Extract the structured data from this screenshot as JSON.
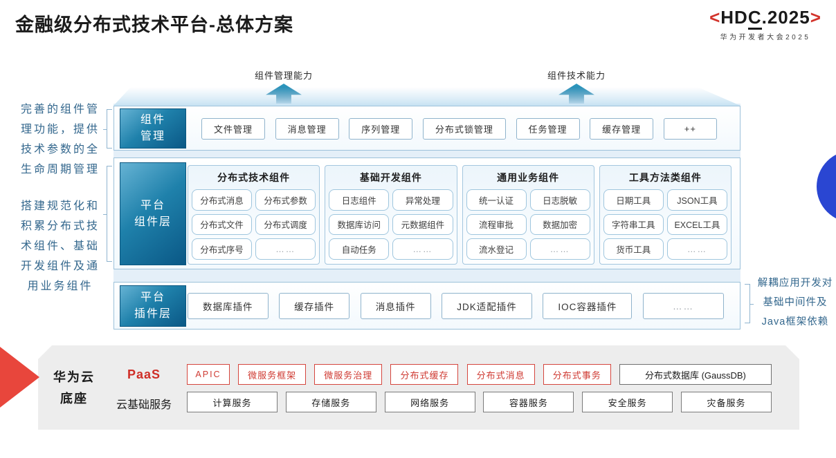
{
  "page": {
    "title": "金融级分布式技术平台-总体方案"
  },
  "logo": {
    "left_bracket": "<",
    "text_pre": "HD",
    "text_c": "C",
    "text_post": ".2025",
    "right_bracket": ">",
    "subtitle": "华为开发者大会2025"
  },
  "arrows": [
    {
      "label": "组件管理能力"
    },
    {
      "label": "组件技术能力"
    }
  ],
  "left_notes": [
    {
      "text": "完善的组件管理功能，提供技术参数的全生命周期管理",
      "lines": [
        "完善的组件管",
        "理功能，提供",
        "技术参数的全",
        "生命周期管理"
      ]
    },
    {
      "text": "搭建规范化和积累分布式技术组件、基础开发组件及通用业务组件",
      "lines": [
        "搭建规范化和",
        "积累分布式技",
        "术组件、基础",
        "开发组件及通",
        "用业务组件"
      ]
    }
  ],
  "right_note": {
    "text": "解耦应用开发对基础中间件及Java框架依赖",
    "lines": [
      "解耦应用开发对",
      "基础中间件及",
      "Java框架依赖"
    ]
  },
  "layers": {
    "management": {
      "label_line1": "组件",
      "label_line2": "管理",
      "items": [
        "文件管理",
        "消息管理",
        "序列管理",
        "分布式锁管理",
        "任务管理",
        "缓存管理",
        "++"
      ]
    },
    "components": {
      "label_line1": "平台",
      "label_line2": "组件层",
      "groups": [
        {
          "title": "分布式技术组件",
          "items": [
            "分布式消息",
            "分布式参数",
            "分布式文件",
            "分布式调度",
            "分布式序号",
            "……"
          ]
        },
        {
          "title": "基础开发组件",
          "items": [
            "日志组件",
            "异常处理",
            "数据库访问",
            "元数据组件",
            "自动任务",
            "……"
          ]
        },
        {
          "title": "通用业务组件",
          "items": [
            "统一认证",
            "日志脱敏",
            "流程审批",
            "数据加密",
            "流水登记",
            "……"
          ]
        },
        {
          "title": "工具方法类组件",
          "items": [
            "日期工具",
            "JSON工具",
            "字符串工具",
            "EXCEL工具",
            "货币工具",
            "……"
          ]
        }
      ]
    },
    "plugins": {
      "label_line1": "平台",
      "label_line2": "插件层",
      "items": [
        "数据库插件",
        "缓存插件",
        "消息插件",
        "JDK适配插件",
        "IOC容器插件",
        "……"
      ]
    }
  },
  "foundation": {
    "label_line1": "华为云",
    "label_line2": "底座",
    "paas": {
      "label": "PaaS",
      "items": [
        "APIC",
        "微服务框架",
        "微服务治理",
        "分布式缓存",
        "分布式消息",
        "分布式事务"
      ],
      "db_item": "分布式数据库 (GaussDB)"
    },
    "iaas": {
      "label": "云基础服务",
      "items": [
        "计算服务",
        "存储服务",
        "网络服务",
        "容器服务",
        "安全服务",
        "灾备服务"
      ]
    }
  },
  "colors": {
    "label_blue_start": "#66b3d4",
    "label_blue_end": "#0a5886",
    "arrow_teal": "#0c6391",
    "brand_red": "#cf3a32",
    "red_arrow": "#e8463c",
    "panel_gray": "#ededed",
    "note_blue": "#33678d",
    "row_border_blue": "#9cc1da",
    "circle_blue": "#2a46d2"
  }
}
